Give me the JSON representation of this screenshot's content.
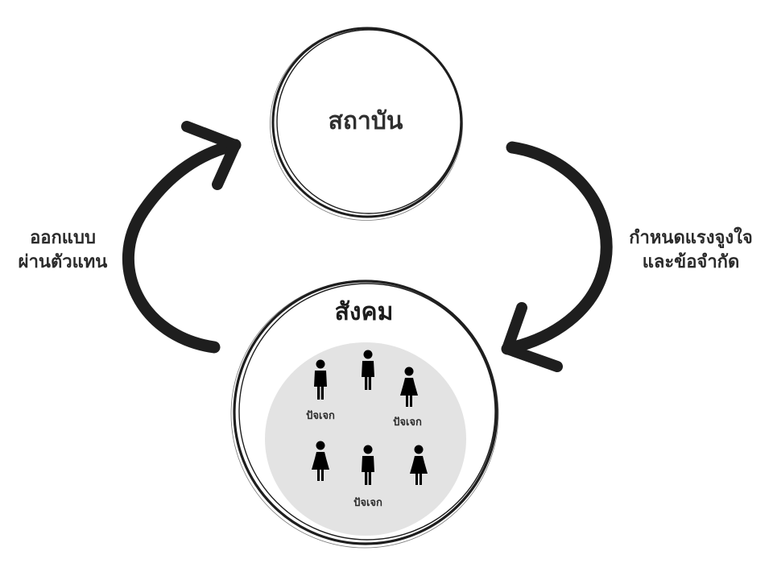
{
  "nodes": {
    "institution": {
      "label": "สถาบัน"
    },
    "society": {
      "label": "สังคม"
    }
  },
  "edges": {
    "left": {
      "line1": "ออกแบบ",
      "line2": "ผ่านตัวแทน"
    },
    "right": {
      "line1": "กำหนดแรงจูงใจ",
      "line2": "และข้อจำกัด"
    }
  },
  "individuals": {
    "labels": [
      "ปัจเจก",
      "ปัจเจก",
      "ปัจเจก"
    ]
  },
  "colors": {
    "ink": "#1e1e1e",
    "inner_fill": "#e3e3e3",
    "figure": "#3d3d3d"
  }
}
